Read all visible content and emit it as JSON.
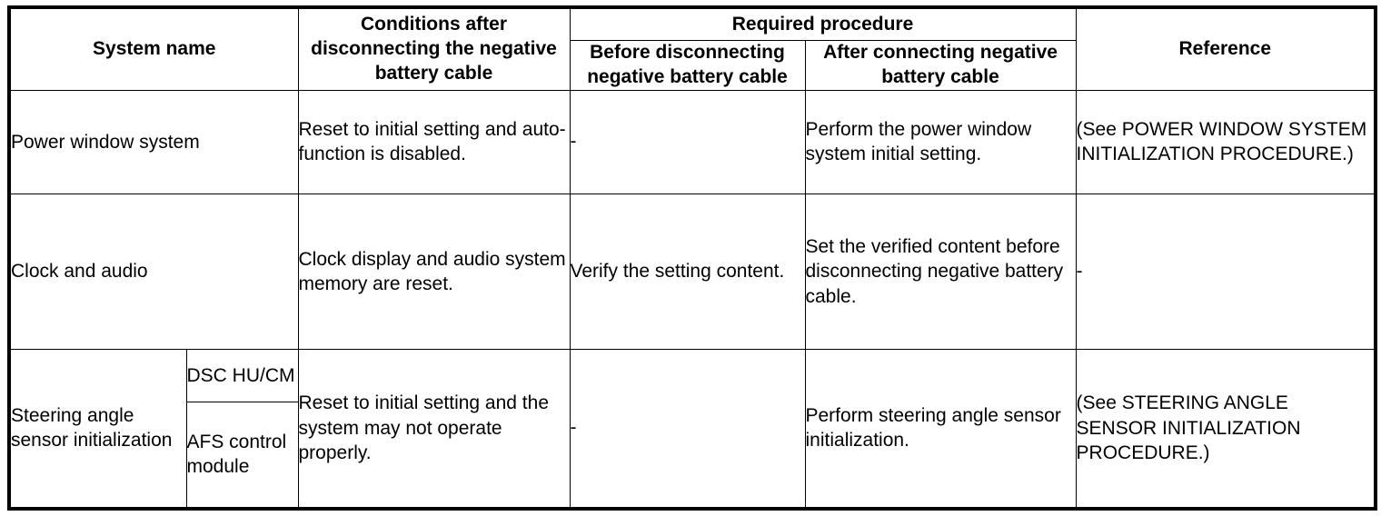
{
  "table": {
    "headers": {
      "system_name": "System name",
      "conditions": "Conditions after disconnecting the negative battery cable",
      "required_procedure": "Required procedure",
      "before": "Before disconnecting negative battery cable",
      "after": "After connecting negative battery cable",
      "reference": "Reference"
    },
    "rows": [
      {
        "system_name": "Power window system",
        "subsystems": [],
        "conditions": "Reset to initial setting and auto-function is disabled.",
        "before": "-",
        "after": "Perform the power window system initial setting.",
        "reference": "(See POWER WINDOW SYSTEM INITIALIZATION PROCEDURE.)"
      },
      {
        "system_name": "Clock and audio",
        "subsystems": [],
        "conditions": "Clock display and audio system memory are reset.",
        "before": "Verify the setting content.",
        "after": "Set the verified content before disconnecting negative battery cable.",
        "reference": "-"
      },
      {
        "system_name": "Steering angle sensor initialization",
        "subsystems": [
          "DSC HU/CM",
          "AFS control module"
        ],
        "conditions": "Reset to initial setting and the system may not operate properly.",
        "before": "-",
        "after": "Perform steering angle sensor initialization.",
        "reference": "(See STEERING ANGLE SENSOR INITIALIZATION PROCEDURE.)"
      }
    ]
  },
  "colors": {
    "border": "#000000",
    "text": "#000000",
    "background": "#ffffff"
  }
}
